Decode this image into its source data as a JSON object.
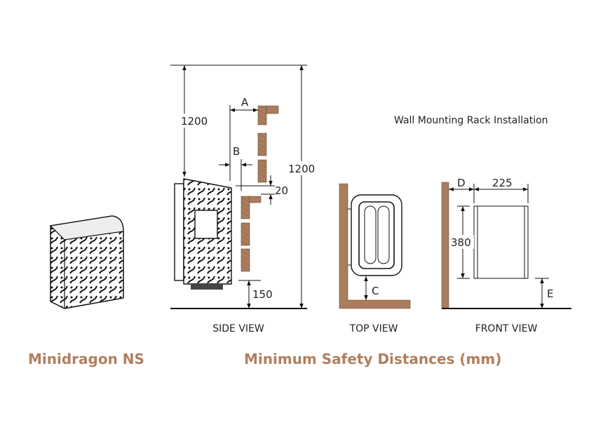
{
  "title_product": "Minidragon NS",
  "title_section": "Minimum Safety Distances (mm)",
  "subtitle": "Wall Mounting Rack Installation",
  "views": {
    "side": "SIDE VIEW",
    "top": "TOP VIEW",
    "front": "FRONT VIEW"
  },
  "dimensions": {
    "side_ceiling_left": "1200",
    "side_ceiling_right": "1200",
    "a": "A",
    "b": "B",
    "gap": "20",
    "floor": "150",
    "c": "C",
    "d": "D",
    "width": "225",
    "height": "380",
    "e": "E"
  },
  "colors": {
    "accent": "#b07f5e",
    "wood": "#a97d5d"
  }
}
